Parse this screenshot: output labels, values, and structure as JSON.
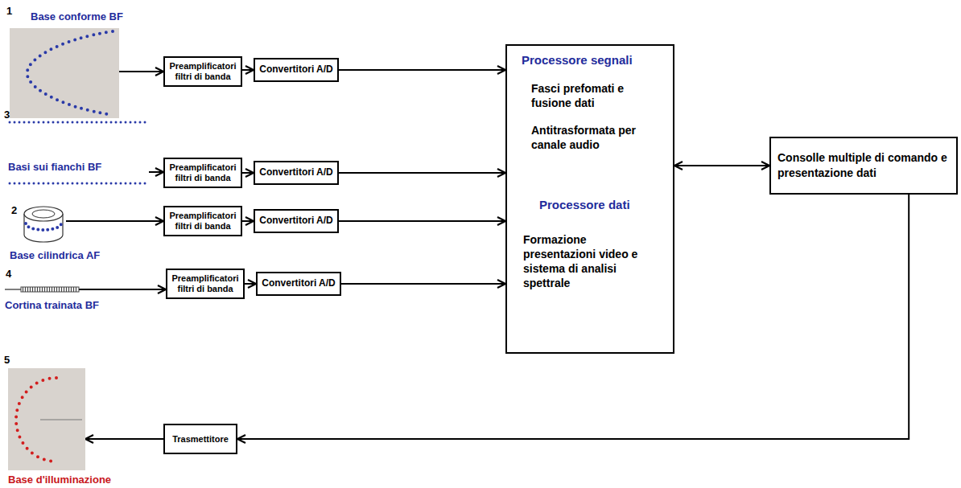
{
  "diagram": {
    "nodes": [
      {
        "text": [
          "Base conforme BF"
        ]
      },
      {
        "text": [
          "Preamplificatori filtri di banda"
        ]
      },
      {
        "text": [
          "Convertitori A/D"
        ]
      },
      {
        "text": [
          "Processore segnali",
          "Fasci prefomati e fusione dati",
          "Antitrasformata per canale audio",
          "Processore dati",
          "Formazione presentazioni video e sistema di analisi spettrale"
        ]
      },
      {
        "text": [
          "Consolle multiple di comando e presentazione dati"
        ]
      },
      {
        "text": [
          "Basi sui fianchi BF"
        ]
      },
      {
        "text": [
          "Preamplificatori filtri di banda"
        ]
      },
      {
        "text": [
          "Convertitori A/D"
        ]
      },
      {
        "text": [
          "Base cilindrica AF"
        ]
      },
      {
        "text": [
          "Preamplificatori filtri di banda"
        ]
      },
      {
        "text": [
          "Convertitori A/D"
        ]
      },
      {
        "text": [
          "Cortina trainata BF"
        ]
      },
      {
        "text": [
          "Preamplificatori filtri di banda"
        ]
      },
      {
        "text": [
          "Convertitori A/D"
        ]
      },
      {
        "text": [
          "Base d'illuminazione"
        ]
      },
      {
        "text": [
          "Trasmettitore"
        ]
      }
    ],
    "edges": [
      {
        "from": 0,
        "to": 1,
        "arrow": "to"
      },
      {
        "from": 1,
        "to": 2,
        "arrow": "to"
      },
      {
        "from": 2,
        "to": 3,
        "arrow": "to"
      },
      {
        "from": 3,
        "to": 4,
        "arrow": "both"
      },
      {
        "from": 5,
        "to": 6,
        "arrow": "to"
      },
      {
        "from": 6,
        "to": 7,
        "arrow": "to"
      },
      {
        "from": 7,
        "to": 3,
        "arrow": "to"
      },
      {
        "from": 8,
        "to": 9,
        "arrow": "to"
      },
      {
        "from": 9,
        "to": 10,
        "arrow": "to"
      },
      {
        "from": 10,
        "to": 3,
        "arrow": "to"
      },
      {
        "from": 11,
        "to": 12,
        "arrow": "to"
      },
      {
        "from": 12,
        "to": 13,
        "arrow": "to"
      },
      {
        "from": 13,
        "to": 3,
        "arrow": "to"
      },
      {
        "from": 4,
        "to": 15,
        "arrow": "to"
      },
      {
        "from": 15,
        "to": 14,
        "arrow": "to"
      }
    ],
    "labels": [
      "1",
      "3",
      "2",
      "4",
      "5"
    ]
  }
}
